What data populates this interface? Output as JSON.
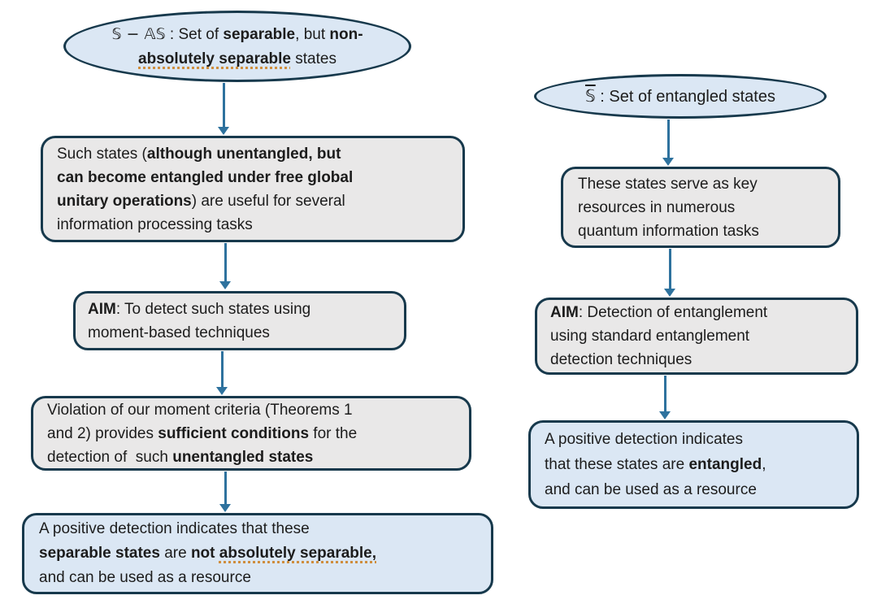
{
  "diagram": {
    "colors": {
      "shape_border": "#17394c",
      "arrow": "#2e729e",
      "gray_fill": "#e9e8e8",
      "blue_fill": "#dbe7f4",
      "text": "#1c1c1c",
      "spellcheck_underline": "#cf8e3e"
    },
    "left_column": {
      "ellipse": {
        "segments": [
          {
            "text": "𝕊 − 𝔸𝕊",
            "math": true
          },
          {
            "text": " : Set of "
          },
          {
            "text": "separable",
            "bold": true
          },
          {
            "text": ", but "
          },
          {
            "text": "non-",
            "bold": true
          },
          {
            "br": true
          },
          {
            "text": "absolutely separable",
            "bold": true,
            "underline": true
          },
          {
            "text": " states"
          }
        ]
      },
      "usefulness_box": {
        "segments": [
          {
            "text": "Such states ("
          },
          {
            "text": "although unentangled, but",
            "bold": true
          },
          {
            "br": true
          },
          {
            "text": "can become entangled under free global",
            "bold": true
          },
          {
            "br": true
          },
          {
            "text": "unitary operations",
            "bold": true
          },
          {
            "text": ") are useful for several"
          },
          {
            "br": true
          },
          {
            "text": "information processing tasks"
          }
        ]
      },
      "aim_box": {
        "segments": [
          {
            "text": "AIM",
            "bold": true
          },
          {
            "text": ": To detect such states using"
          },
          {
            "br": true
          },
          {
            "text": "moment-based techniques"
          }
        ]
      },
      "violation_box": {
        "segments": [
          {
            "text": "Violation of our moment criteria (Theorems 1"
          },
          {
            "br": true
          },
          {
            "text": "and 2) provides "
          },
          {
            "text": "sufficient conditions",
            "bold": true
          },
          {
            "text": " for the"
          },
          {
            "br": true
          },
          {
            "text": "detection of  such "
          },
          {
            "text": "unentangled states",
            "bold": true
          }
        ]
      },
      "conclusion_box": {
        "segments": [
          {
            "text": "A positive detection indicates that these"
          },
          {
            "br": true
          },
          {
            "text": "separable states",
            "bold": true
          },
          {
            "text": " are "
          },
          {
            "text": "not ",
            "bold": true
          },
          {
            "text": "absolutely separable,",
            "bold": true,
            "underline": true
          },
          {
            "br": true
          },
          {
            "text": "and can be used as a resource"
          }
        ]
      }
    },
    "right_column": {
      "ellipse": {
        "segments": [
          {
            "text": "𝕊",
            "math": true,
            "overline": true
          },
          {
            "text": " : Set of entangled states"
          }
        ]
      },
      "resource_box": {
        "segments": [
          {
            "text": "These states serve as key"
          },
          {
            "br": true
          },
          {
            "text": "resources in numerous"
          },
          {
            "br": true
          },
          {
            "text": "quantum information tasks"
          }
        ]
      },
      "aim_box": {
        "segments": [
          {
            "text": "AIM",
            "bold": true
          },
          {
            "text": ": Detection of entanglement"
          },
          {
            "br": true
          },
          {
            "text": "using standard entanglement"
          },
          {
            "br": true
          },
          {
            "text": "detection techniques"
          }
        ]
      },
      "conclusion_box": {
        "segments": [
          {
            "text": "A positive detection indicates"
          },
          {
            "br": true
          },
          {
            "text": "that these states are "
          },
          {
            "text": "entangled",
            "bold": true
          },
          {
            "text": ","
          },
          {
            "br": true
          },
          {
            "text": "and can be used as a resource"
          }
        ]
      }
    }
  }
}
